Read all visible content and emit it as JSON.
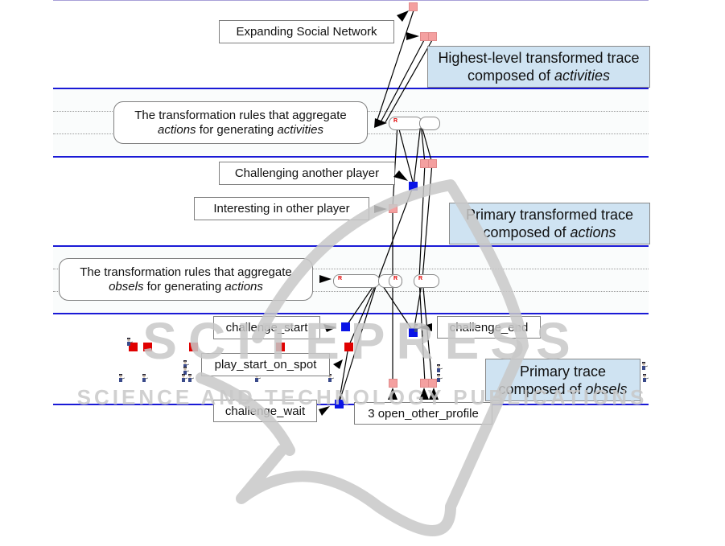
{
  "diagram": {
    "title": "Trace transformation hierarchy",
    "trace_levels": [
      {
        "id": "highest",
        "caption_line1": "Highest-level transformed trace",
        "caption_line2_prefix": "composed of ",
        "caption_line2_italic": "activities"
      },
      {
        "id": "primary_transformed",
        "caption_line1": "Primary transformed trace",
        "caption_line2_prefix": "composed of ",
        "caption_line2_italic": "actions"
      },
      {
        "id": "primary",
        "caption_line1": "Primary trace",
        "caption_line2_prefix": "composed of ",
        "caption_line2_italic": "obsels"
      }
    ],
    "rule_levels": [
      {
        "id": "rules_actions_to_activities",
        "line1": "The transformation rules that aggregate",
        "line2_italic_a": "actions",
        "line2_mid": " for generating ",
        "line2_italic_b": "activities"
      },
      {
        "id": "rules_obsels_to_actions",
        "line1": "The transformation rules that aggregate",
        "line2_italic_a": "obsels",
        "line2_mid": " for generating ",
        "line2_italic_b": "actions"
      }
    ],
    "labels": {
      "expanding_social_network": "Expanding Social Network",
      "challenging_another_player": "Challenging another player",
      "interesting_in_other_player": "Interesting in other player",
      "challenge_start": "challenge_start",
      "challenge_end": "challenge_end",
      "play_start_on_spot": "play_start_on_spot",
      "challenge_wait": "challenge_wait",
      "open_other_profile": "3 open_other_profile"
    },
    "rule_marker": "R",
    "obsel_colors": {
      "activity": "#f4a0a0",
      "action": "#f4a0a0",
      "challenge": "#0a14e6",
      "play": "#e00000"
    },
    "line_color": "#1a1ad6"
  },
  "watermark": {
    "brand": "SCITEPRESS",
    "tagline": "SCIENCE AND TECHNOLOGY PUBLICATIONS"
  }
}
